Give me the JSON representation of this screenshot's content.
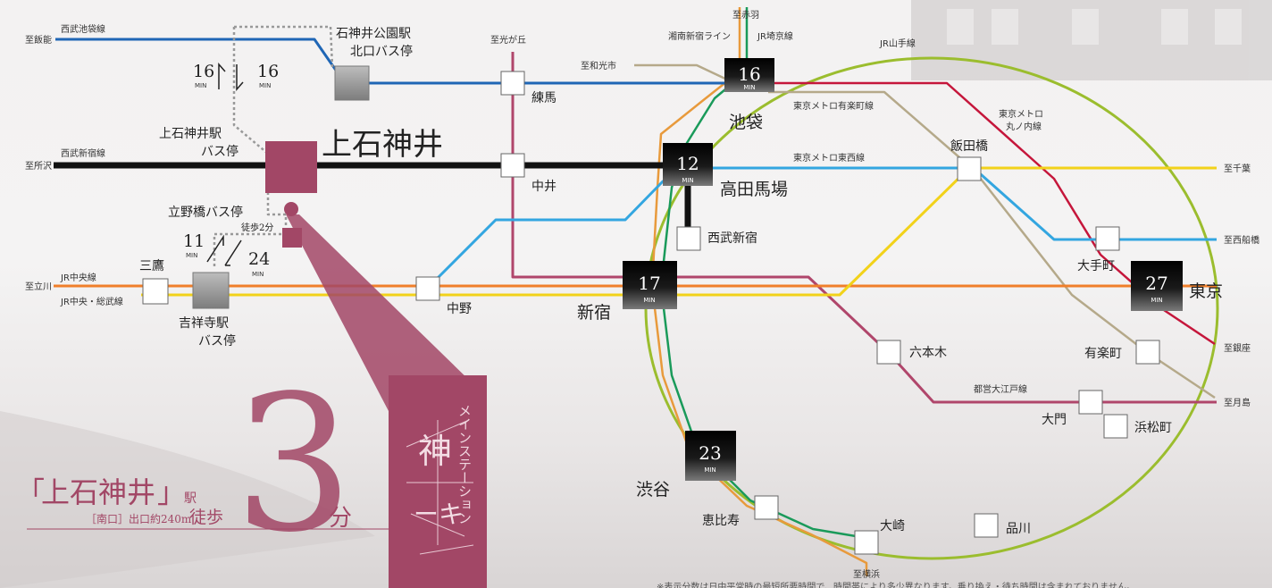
{
  "lines": {
    "seibu_ikebukuro": "西武池袋線",
    "seibu_shinjuku": "西武新宿線",
    "jr_chuo": "JR中央線",
    "jr_chuo_sobu": "JR中央・総武線",
    "shonan_shinjuku": "湘南新宿ライン",
    "jr_saikyo": "JR埼京線",
    "jr_yamanote": "JR山手線",
    "yurakucho": "東京メトロ有楽町線",
    "marunouchi_1": "東京メトロ",
    "marunouchi_2": "丸ノ内線",
    "tozai": "東京メトロ東西線",
    "oedo": "都営大江戸線"
  },
  "destinations": {
    "hanno": "至飯能",
    "tokorozawa": "至所沢",
    "tachikawa": "至立川",
    "akabane": "至赤羽",
    "hikarigaoka": "至光が丘",
    "wakoshi": "至和光市",
    "chiba": "至千葉",
    "nishifunabashi": "至西船橋",
    "ginza": "至銀座",
    "tsukishima": "至月島",
    "yokohama": "至横浜"
  },
  "stations": {
    "shakujii_koen_1": "石神井公園駅",
    "shakujii_koen_2": "北口バス停",
    "kamishakujii_bus_1": "上石神井駅",
    "kamishakujii_bus_2": "バス停",
    "kamishakujii": "上石神井",
    "tatenobashi": "立野橋バス停",
    "walk2": "徒歩2分",
    "mitaka": "三鷹",
    "kichijoji_1": "吉祥寺駅",
    "kichijoji_2": "バス停",
    "nerima": "練馬",
    "nakai": "中井",
    "nakano": "中野",
    "ikebukuro": "池袋",
    "takadanobaba": "高田馬場",
    "seibushinjuku": "西武新宿",
    "shinjuku": "新宿",
    "shibuya": "渋谷",
    "ebisu": "恵比寿",
    "osaki": "大崎",
    "shinagawa": "品川",
    "iidabashi": "飯田橋",
    "otemachi": "大手町",
    "tokyo": "東京",
    "roppongi": "六本木",
    "yurakucho": "有楽町",
    "daimon": "大門",
    "hamamatsucho": "浜松町"
  },
  "times": {
    "ikebukuro": "16",
    "takadanobaba": "12",
    "shinjuku": "17",
    "shibuya": "23",
    "tokyo": "27",
    "bus_to_shakujii": "16",
    "bus_from_shakujii": "16",
    "bus_to_kichijoji": "11",
    "bus_from_kichijoji": "24",
    "unit": "MIN"
  },
  "headline": {
    "quote_open": "「",
    "station": "上石神井",
    "quote_close": "」",
    "suffix": "駅",
    "exit": "［南口］出口約240m",
    "walk": "徒歩",
    "minutes": "3",
    "unit": "分"
  },
  "banner_text": [
    "メインステーション",
    "神",
    "ーキ"
  ],
  "footnote": "※表示分数は日中平常時の最短所要時間で、時間帯により多少異なります。乗り換え・待ち時間は含まれておりません。",
  "colors": {
    "seibu_ikebukuro": "#1f66b5",
    "seibu_shinjuku": "#111111",
    "chuo": "#f07f2a",
    "sobu": "#f2d21a",
    "yamanote": "#9bbd2e",
    "saikyo": "#1a9a5a",
    "shonan": "#e89a3c",
    "yurakucho": "#b5a98a",
    "marunouchi": "#c5163b",
    "tozai": "#33a6e0",
    "oedo": "#b0466b",
    "accent": "#a24766"
  }
}
